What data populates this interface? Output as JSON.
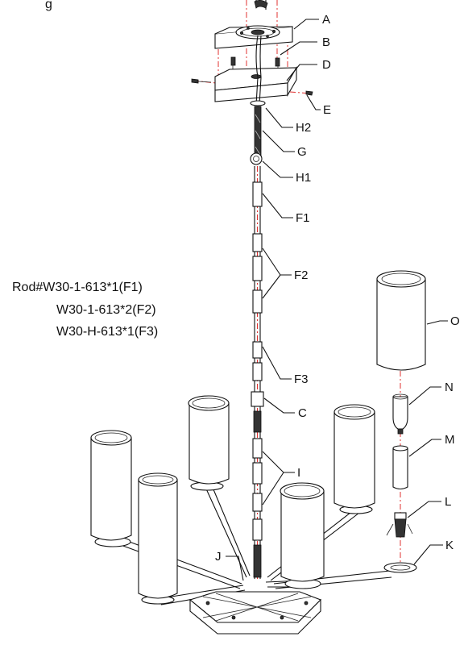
{
  "title": "",
  "rod_spec": {
    "line1": "Rod#W30-1-613*1(F1)",
    "line2": "W30-1-613*2(F2)",
    "line3": "W30-H-613*1(F3)"
  },
  "corner_text": "g",
  "part_labels": {
    "A": "A",
    "B": "B",
    "D": "D",
    "E": "E",
    "H2": "H2",
    "G": "G",
    "H1": "H1",
    "F1": "F1",
    "F2": "F2",
    "F3": "F3",
    "C": "C",
    "I": "I",
    "J": "J",
    "O": "O",
    "N": "N",
    "M": "M",
    "L": "L",
    "K": "K"
  }
}
